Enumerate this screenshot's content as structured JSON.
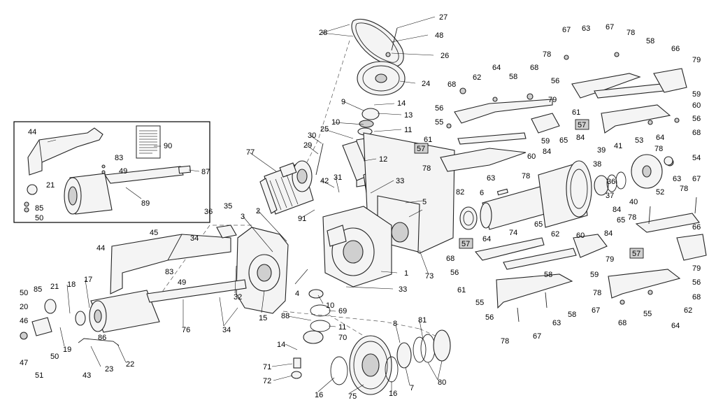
{
  "diagram": {
    "parts": [
      {
        "id": "p27",
        "label": "27"
      },
      {
        "id": "p28",
        "label": "28"
      },
      {
        "id": "p48",
        "label": "48"
      },
      {
        "id": "p26",
        "label": "26"
      },
      {
        "id": "p24",
        "label": "24"
      },
      {
        "id": "p9",
        "label": "9"
      },
      {
        "id": "p14a",
        "label": "14"
      },
      {
        "id": "p13",
        "label": "13"
      },
      {
        "id": "p10a",
        "label": "10"
      },
      {
        "id": "p11a",
        "label": "11"
      },
      {
        "id": "p25",
        "label": "25"
      },
      {
        "id": "p12",
        "label": "12"
      },
      {
        "id": "p30",
        "label": "30"
      },
      {
        "id": "p29",
        "label": "29"
      },
      {
        "id": "p77",
        "label": "77"
      },
      {
        "id": "p42",
        "label": "42"
      },
      {
        "id": "p31",
        "label": "31"
      },
      {
        "id": "p33a",
        "label": "33"
      },
      {
        "id": "p91",
        "label": "91"
      },
      {
        "id": "p5",
        "label": "5"
      },
      {
        "id": "p2",
        "label": "2"
      },
      {
        "id": "p3",
        "label": "3"
      },
      {
        "id": "p35",
        "label": "35"
      },
      {
        "id": "p36",
        "label": "36"
      },
      {
        "id": "p45",
        "label": "45"
      },
      {
        "id": "p34a",
        "label": "34"
      },
      {
        "id": "p44b",
        "label": "44"
      },
      {
        "id": "p83b",
        "label": "83"
      },
      {
        "id": "p49b",
        "label": "49"
      },
      {
        "id": "p1",
        "label": "1"
      },
      {
        "id": "p73",
        "label": "73"
      },
      {
        "id": "p33b",
        "label": "33"
      },
      {
        "id": "p4",
        "label": "4"
      },
      {
        "id": "p32",
        "label": "32"
      },
      {
        "id": "p10b",
        "label": "10"
      },
      {
        "id": "p69",
        "label": "69"
      },
      {
        "id": "p88",
        "label": "88"
      },
      {
        "id": "p11b",
        "label": "11"
      },
      {
        "id": "p70",
        "label": "70"
      },
      {
        "id": "p15",
        "label": "15"
      },
      {
        "id": "p34b",
        "label": "34"
      },
      {
        "id": "p76",
        "label": "76"
      },
      {
        "id": "p18",
        "label": "18"
      },
      {
        "id": "p17",
        "label": "17"
      },
      {
        "id": "p21b",
        "label": "21"
      },
      {
        "id": "p85b",
        "label": "85"
      },
      {
        "id": "p50b",
        "label": "50"
      },
      {
        "id": "p20",
        "label": "20"
      },
      {
        "id": "p46",
        "label": "46"
      },
      {
        "id": "p47",
        "label": "47"
      },
      {
        "id": "p50c",
        "label": "50"
      },
      {
        "id": "p51",
        "label": "51"
      },
      {
        "id": "p19",
        "label": "19"
      },
      {
        "id": "p86",
        "label": "86"
      },
      {
        "id": "p43",
        "label": "43"
      },
      {
        "id": "p23",
        "label": "23"
      },
      {
        "id": "p22",
        "label": "22"
      },
      {
        "id": "p8",
        "label": "8"
      },
      {
        "id": "p81",
        "label": "81"
      },
      {
        "id": "p14b",
        "label": "14"
      },
      {
        "id": "p71",
        "label": "71"
      },
      {
        "id": "p72",
        "label": "72"
      },
      {
        "id": "p16a",
        "label": "16"
      },
      {
        "id": "p75",
        "label": "75"
      },
      {
        "id": "p16b",
        "label": "16"
      },
      {
        "id": "p7",
        "label": "7"
      },
      {
        "id": "p80",
        "label": "80"
      },
      {
        "id": "p44a",
        "label": "44"
      },
      {
        "id": "p90",
        "label": "90"
      },
      {
        "id": "p83a",
        "label": "83"
      },
      {
        "id": "p49a",
        "label": "49"
      },
      {
        "id": "p87",
        "label": "87"
      },
      {
        "id": "p21a",
        "label": "21"
      },
      {
        "id": "p89",
        "label": "89"
      },
      {
        "id": "p85a",
        "label": "85"
      },
      {
        "id": "p50a",
        "label": "50"
      },
      {
        "id": "p68a",
        "label": "68"
      },
      {
        "id": "p62a",
        "label": "62"
      },
      {
        "id": "p64a",
        "label": "64"
      },
      {
        "id": "p58a",
        "label": "58"
      },
      {
        "id": "p68b",
        "label": "68"
      },
      {
        "id": "p56a",
        "label": "56"
      },
      {
        "id": "p55a",
        "label": "55"
      },
      {
        "id": "p79a",
        "label": "79"
      },
      {
        "id": "p61a",
        "label": "61"
      },
      {
        "id": "p59a",
        "label": "59"
      },
      {
        "id": "p57a",
        "label": "57"
      },
      {
        "id": "p60a",
        "label": "60"
      },
      {
        "id": "p78a",
        "label": "78"
      },
      {
        "id": "p63a",
        "label": "63"
      },
      {
        "id": "p78b",
        "label": "78"
      },
      {
        "id": "p67a",
        "label": "67"
      },
      {
        "id": "p63b",
        "label": "63"
      },
      {
        "id": "p67b",
        "label": "67"
      },
      {
        "id": "p78c",
        "label": "78"
      },
      {
        "id": "p58b",
        "label": "58"
      },
      {
        "id": "p66a",
        "label": "66"
      },
      {
        "id": "p79b",
        "label": "79"
      },
      {
        "id": "p78d",
        "label": "78"
      },
      {
        "id": "p56b",
        "label": "56"
      },
      {
        "id": "p59b",
        "label": "59"
      },
      {
        "id": "p60b",
        "label": "60"
      },
      {
        "id": "p61b",
        "label": "61"
      },
      {
        "id": "p56c",
        "label": "56"
      },
      {
        "id": "p57b",
        "label": "57"
      },
      {
        "id": "p68c",
        "label": "68"
      },
      {
        "id": "p64b",
        "label": "64"
      },
      {
        "id": "p65a",
        "label": "65"
      },
      {
        "id": "p84a",
        "label": "84"
      },
      {
        "id": "p84b",
        "label": "84"
      },
      {
        "id": "p39",
        "label": "39"
      },
      {
        "id": "p41",
        "label": "41"
      },
      {
        "id": "p53",
        "label": "53"
      },
      {
        "id": "p78e",
        "label": "78"
      },
      {
        "id": "p54",
        "label": "54"
      },
      {
        "id": "p38",
        "label": "38"
      },
      {
        "id": "p52",
        "label": "52"
      },
      {
        "id": "p63c",
        "label": "63"
      },
      {
        "id": "p67c",
        "label": "67"
      },
      {
        "id": "p78f",
        "label": "78"
      },
      {
        "id": "p36b",
        "label": "36"
      },
      {
        "id": "p37",
        "label": "37"
      },
      {
        "id": "p40",
        "label": "40"
      },
      {
        "id": "p82",
        "label": "82"
      },
      {
        "id": "p6",
        "label": "6"
      },
      {
        "id": "p74",
        "label": "74"
      },
      {
        "id": "p84c",
        "label": "84"
      },
      {
        "id": "p65b",
        "label": "65"
      },
      {
        "id": "p65c",
        "label": "65"
      },
      {
        "id": "p78g",
        "label": "78"
      },
      {
        "id": "p66b",
        "label": "66"
      },
      {
        "id": "p57c",
        "label": "57"
      },
      {
        "id": "p64c",
        "label": "64"
      },
      {
        "id": "p62b",
        "label": "62"
      },
      {
        "id": "p60c",
        "label": "60"
      },
      {
        "id": "p84d",
        "label": "84"
      },
      {
        "id": "p68d",
        "label": "68"
      },
      {
        "id": "p56d",
        "label": "56"
      },
      {
        "id": "p61c",
        "label": "61"
      },
      {
        "id": "p79c",
        "label": "79"
      },
      {
        "id": "p57d",
        "label": "57"
      },
      {
        "id": "p59c",
        "label": "59"
      },
      {
        "id": "p79d",
        "label": "79"
      },
      {
        "id": "p58c",
        "label": "58"
      },
      {
        "id": "p55b",
        "label": "55"
      },
      {
        "id": "p78h",
        "label": "78"
      },
      {
        "id": "p56e",
        "label": "56"
      },
      {
        "id": "p63d",
        "label": "63"
      },
      {
        "id": "p58d",
        "label": "58"
      },
      {
        "id": "p67d",
        "label": "67"
      },
      {
        "id": "p56f",
        "label": "56"
      },
      {
        "id": "p68e",
        "label": "68"
      },
      {
        "id": "p62c",
        "label": "62"
      },
      {
        "id": "p55c",
        "label": "55"
      },
      {
        "id": "p68f",
        "label": "68"
      },
      {
        "id": "p64d",
        "label": "64"
      },
      {
        "id": "p78i",
        "label": "78"
      },
      {
        "id": "p67e",
        "label": "67"
      }
    ]
  },
  "colors": {
    "line": "#222222",
    "fill": "#f4f4f4",
    "shade": "#cfcfcf",
    "label_box": "#cfcfcf"
  }
}
